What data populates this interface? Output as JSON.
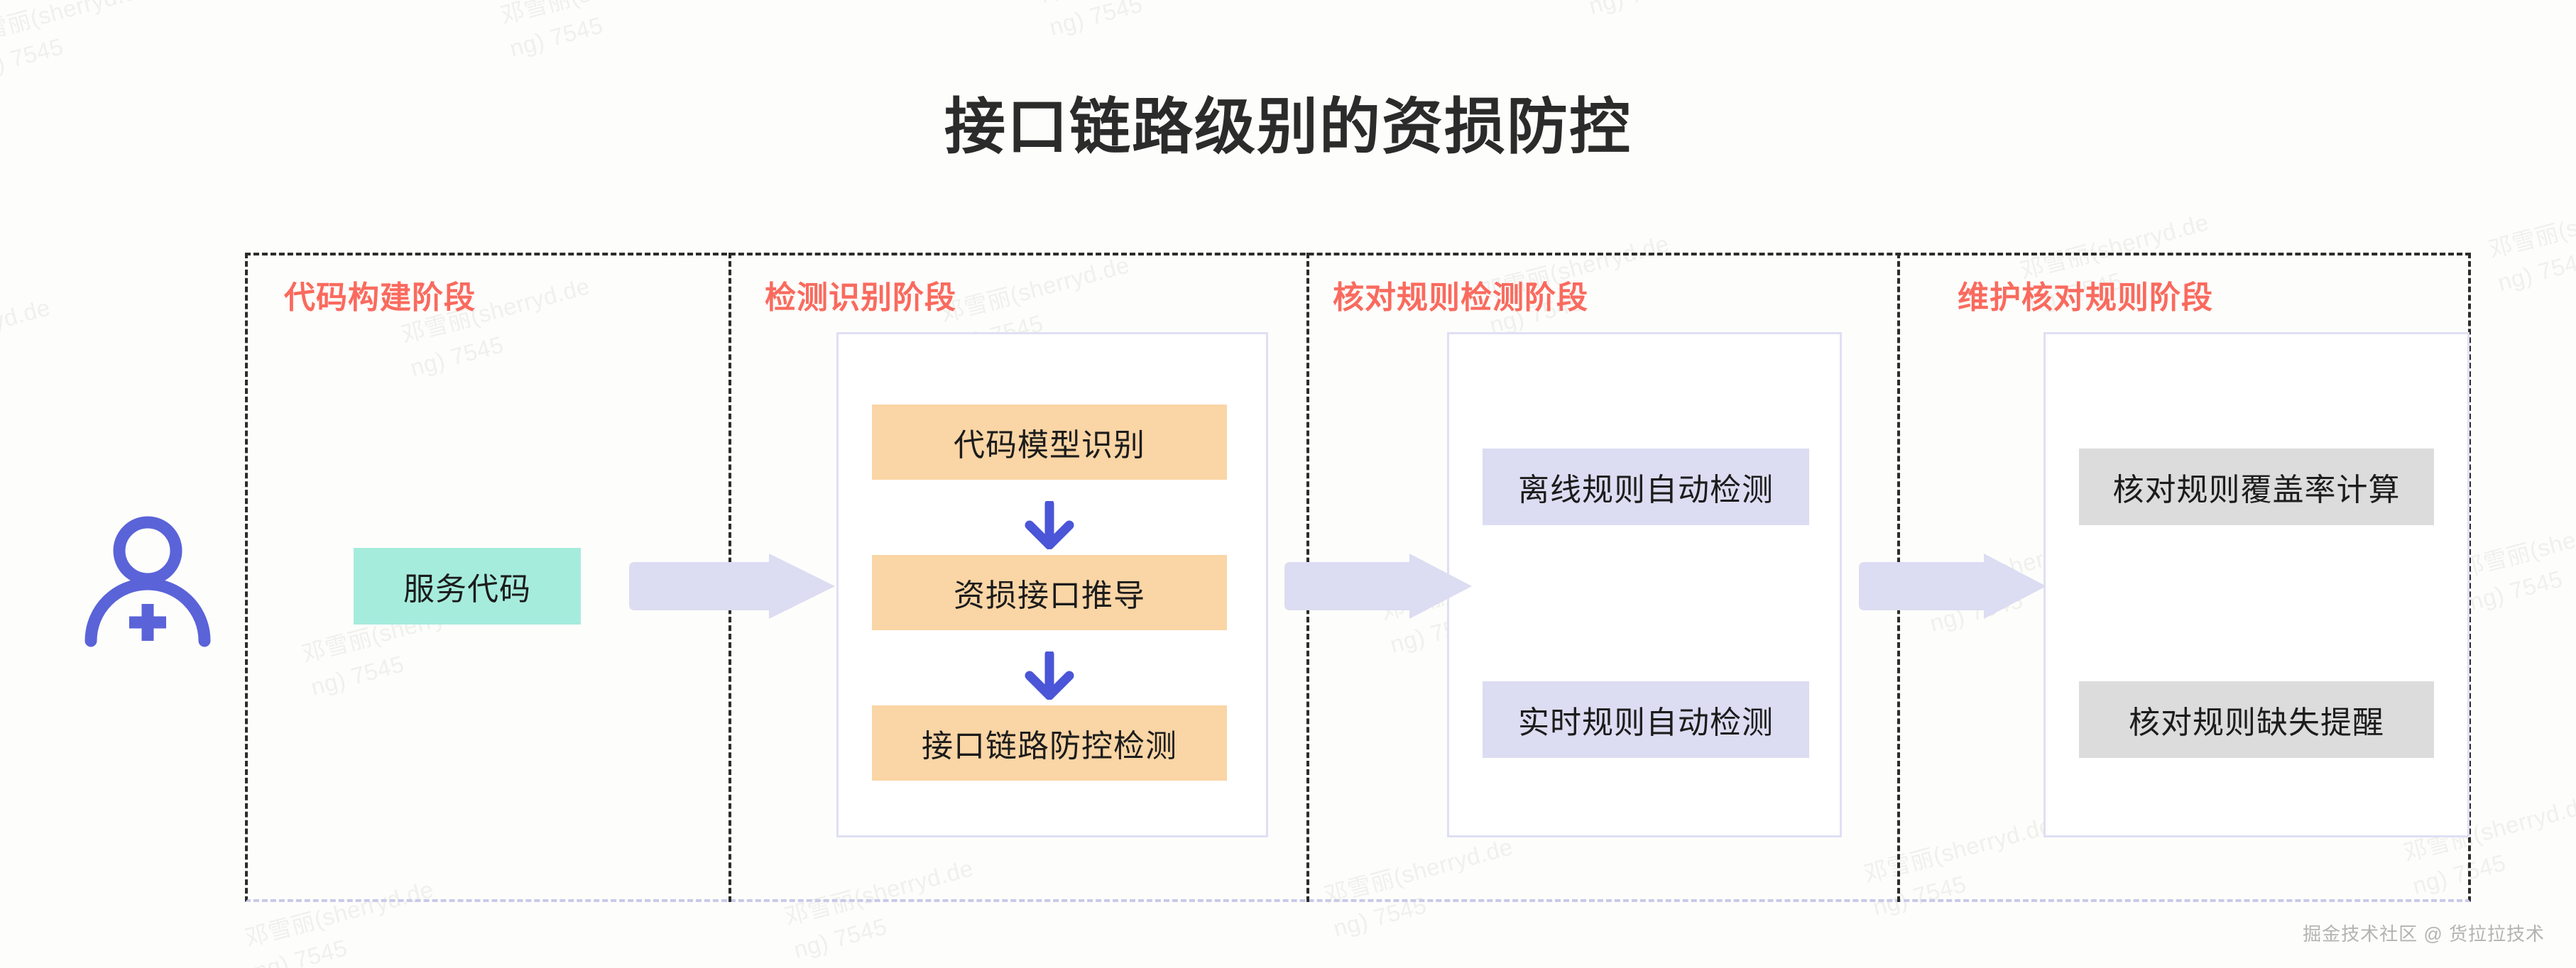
{
  "page": {
    "title": "接口链路级别的资损防控",
    "background_color": "#fdfdfb",
    "footer": "掘金技术社区 @ 货拉拉技术",
    "watermark_text": "邓雪丽(sherryd.de\nng) 7545"
  },
  "colors": {
    "stage_label": "#fa6a5e",
    "green_node": "#a6ecdd",
    "orange_node": "#fad5a5",
    "lavender_node": "#dcdcf2",
    "gray_node": "#dcdcdc",
    "arrow_lavender": "#dcdcf2",
    "arrow_blue": "#4a55d8",
    "icon_blue": "#5a63d8",
    "card_border": "#dfdff4",
    "divider": "#2c2c2c"
  },
  "actor": {
    "icon": "person-add-icon",
    "label": ""
  },
  "stages": [
    {
      "id": "stage-1",
      "label": "代码构建阶段",
      "nodes": [
        {
          "label": "服务代码",
          "style": "green"
        }
      ]
    },
    {
      "id": "stage-2",
      "label": "检测识别阶段",
      "nodes": [
        {
          "label": "代码模型识别",
          "style": "orange"
        },
        {
          "label": "资损接口推导",
          "style": "orange"
        },
        {
          "label": "接口链路防控检测",
          "style": "orange"
        }
      ],
      "internal_connectors": [
        "down-arrow",
        "down-arrow"
      ]
    },
    {
      "id": "stage-3",
      "label": "核对规则检测阶段",
      "nodes": [
        {
          "label": "离线规则自动检测",
          "style": "lavender"
        },
        {
          "label": "实时规则自动检测",
          "style": "lavender"
        }
      ]
    },
    {
      "id": "stage-4",
      "label": "维护核对规则阶段",
      "nodes": [
        {
          "label": "核对规则覆盖率计算",
          "style": "gray"
        },
        {
          "label": "核对规则缺失提醒",
          "style": "gray"
        }
      ]
    }
  ],
  "flow_arrows": [
    {
      "id": "arrow-1",
      "from": "stage-1",
      "to": "stage-2",
      "direction": "right"
    },
    {
      "id": "arrow-2",
      "from": "stage-2",
      "to": "stage-3",
      "direction": "right"
    },
    {
      "id": "arrow-3",
      "from": "stage-3",
      "to": "stage-4",
      "direction": "right"
    }
  ]
}
